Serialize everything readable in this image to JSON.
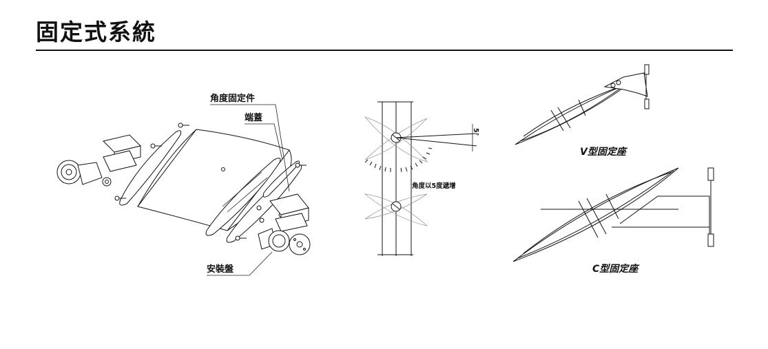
{
  "page": {
    "title": "固定式系統"
  },
  "diagram": {
    "labels": {
      "angle_bracket": "角度固定件",
      "end_cap": "端蓋",
      "mounting_plate": "安裝盤",
      "angle_step": "角度以5度遞增",
      "degree_mark": "5°",
      "v_mount": "V型固定座",
      "c_mount": "C型固定座"
    }
  }
}
